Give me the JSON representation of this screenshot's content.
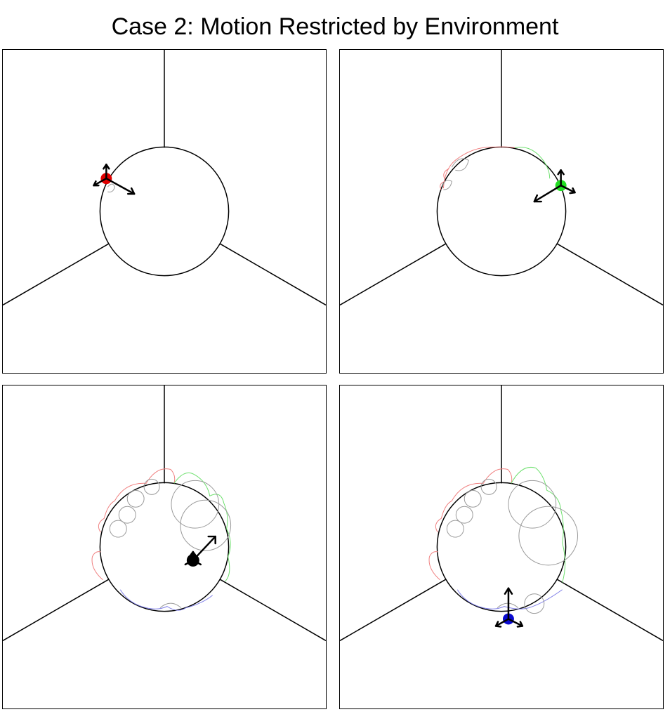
{
  "title": "Case 2:  Motion Restricted by Environment",
  "colors": {
    "wall": "#000000",
    "red_agent": "#e00000",
    "green_agent": "#22dd22",
    "black_agent": "#000000",
    "blue_agent": "#0a0ad0",
    "trail_red": "#f08080",
    "trail_green": "#6ee06e",
    "trail_blue": "#8080e8",
    "trail_gray": "#9a9a9a"
  },
  "panels": [
    {
      "name": "panel-top-left",
      "agent_color": "red_agent"
    },
    {
      "name": "panel-top-right",
      "agent_color": "green_agent"
    },
    {
      "name": "panel-bottom-left",
      "agent_color": "black_agent"
    },
    {
      "name": "panel-bottom-right",
      "agent_color": "blue_agent"
    }
  ]
}
